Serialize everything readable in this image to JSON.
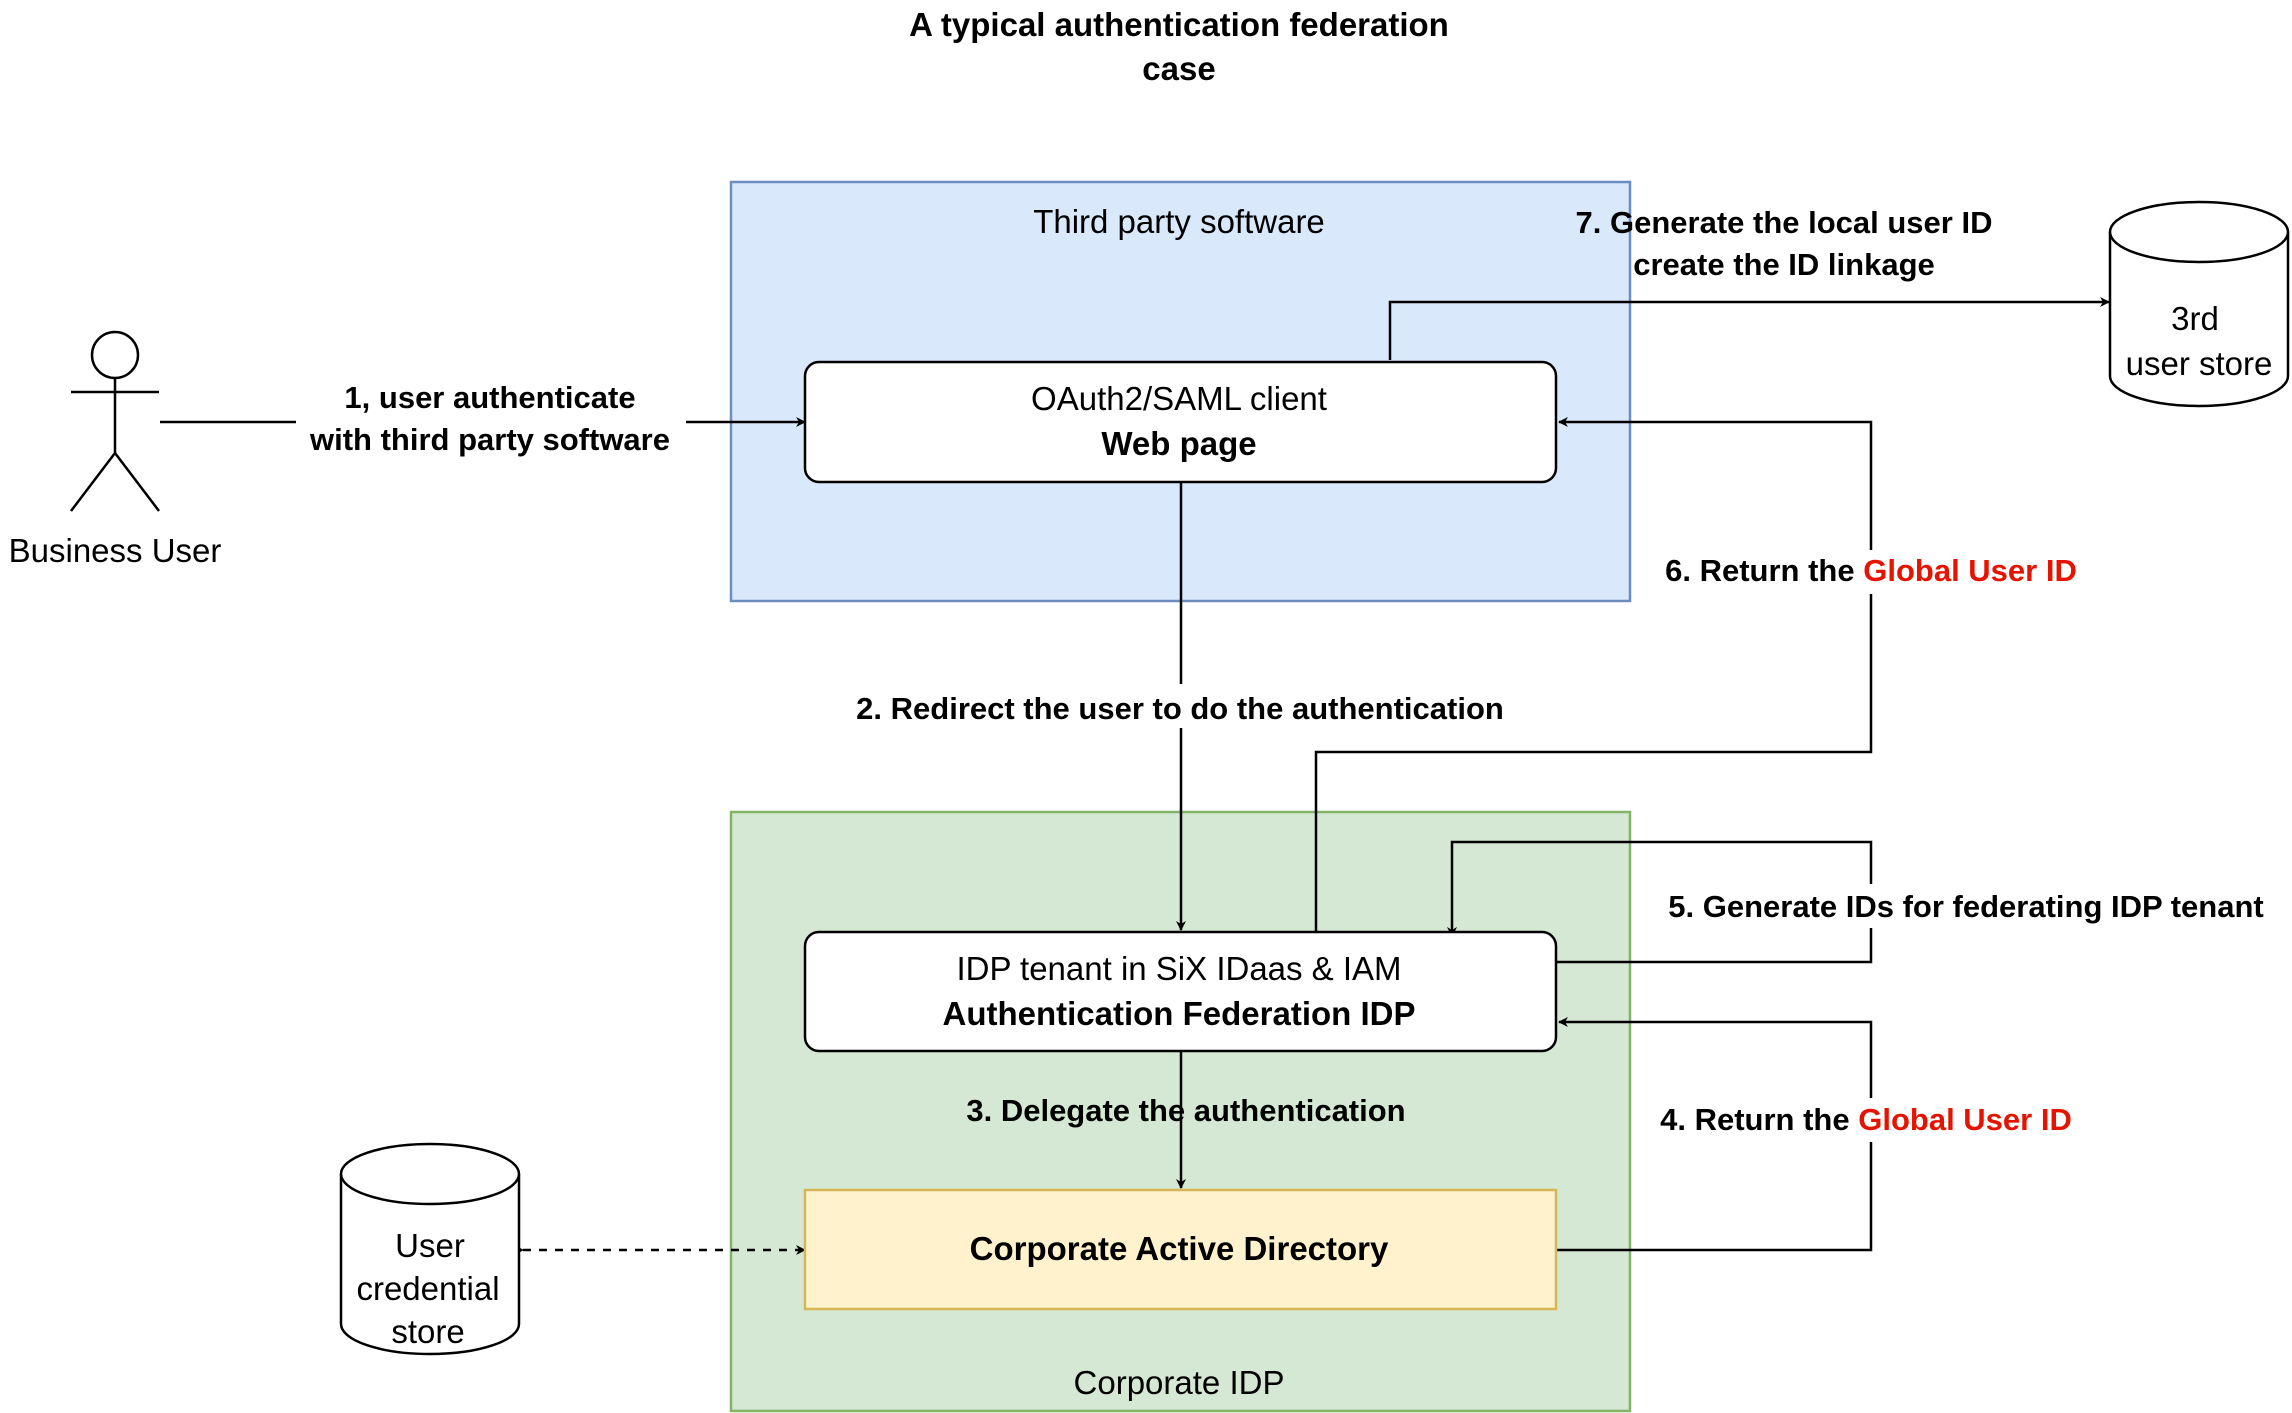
{
  "title": {
    "line1": "A typical authentication federation",
    "line2": "case"
  },
  "actor": {
    "icon": "person-icon",
    "label": "Business User"
  },
  "containers": {
    "third_party": {
      "label": "Third party software",
      "fill": "#dae8fc",
      "stroke": "#6c8ebf"
    },
    "corporate_idp": {
      "label": "Corporate IDP",
      "fill": "#d5e8d4",
      "stroke": "#82b366"
    }
  },
  "nodes": {
    "web_client": {
      "line1": "OAuth2/SAML client",
      "line2": "Web page"
    },
    "idp_tenant": {
      "line1": "IDP tenant in SiX IDaas & IAM",
      "line2": "Authentication Federation IDP"
    },
    "active_directory": {
      "label": "Corporate Active Directory",
      "fill": "#fff2cc",
      "stroke": "#d6b656"
    },
    "user_store_3rd": {
      "line1": "3rd",
      "line2": "user store"
    },
    "credential_store": {
      "line1": "User",
      "line2": "credential",
      "line3": "store"
    }
  },
  "steps": {
    "step1": {
      "line1": "1, user authenticate",
      "line2": "with third party software"
    },
    "step2": {
      "text": "2. Redirect the user to do the authentication"
    },
    "step3": {
      "text": "3. Delegate the authentication"
    },
    "step4": {
      "prefix": "4. Return the ",
      "highlight": "Global User ID"
    },
    "step5": {
      "text": "5. Generate IDs for federating IDP tenant"
    },
    "step6": {
      "prefix": "6. Return the ",
      "highlight": "Global User ID"
    },
    "step7": {
      "line1": "7. Generate the local user ID",
      "line2": "create the ID linkage"
    }
  },
  "colors": {
    "highlight": "#e51400",
    "line": "#000000"
  }
}
